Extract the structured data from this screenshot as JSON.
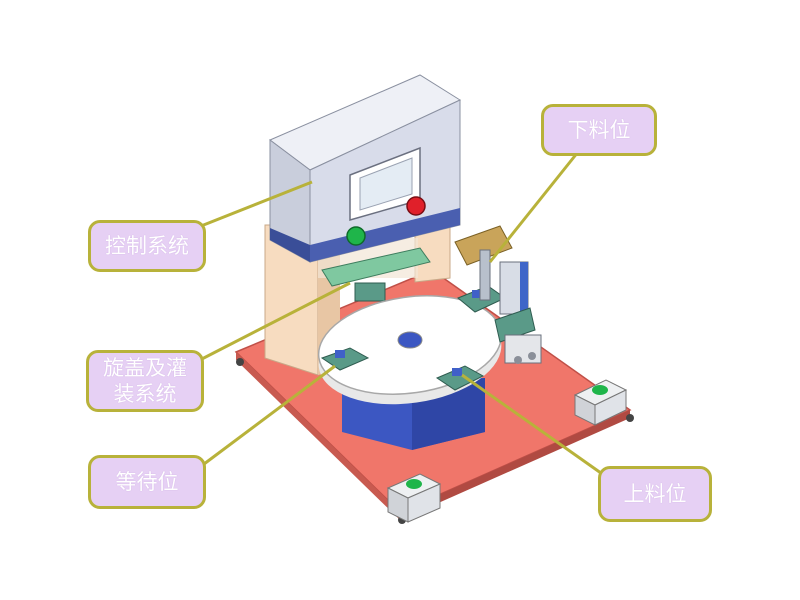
{
  "labels": {
    "control_system": "控制系统",
    "capping_filling_line1": "旋盖及灌",
    "capping_filling_line2": "装系统",
    "waiting_position": "等待位",
    "unloading_position": "下料位",
    "loading_position": "上料位"
  },
  "colors": {
    "base_plate": "#f0766a",
    "frame_column": "#f7dcc0",
    "control_box": "#dfe3ee",
    "control_box_band": "#4a5fb0",
    "turntable": "#ffffff",
    "pedestal": "#3c57c2",
    "fixture_green": "#5a9a88",
    "start_button": "#1fb54a",
    "stop_button": "#e0202a",
    "gold_plate": "#c9a45a",
    "callout_fill": "#e6d0f4",
    "callout_border": "#b8b23a",
    "leader_line": "#b8b23a"
  }
}
